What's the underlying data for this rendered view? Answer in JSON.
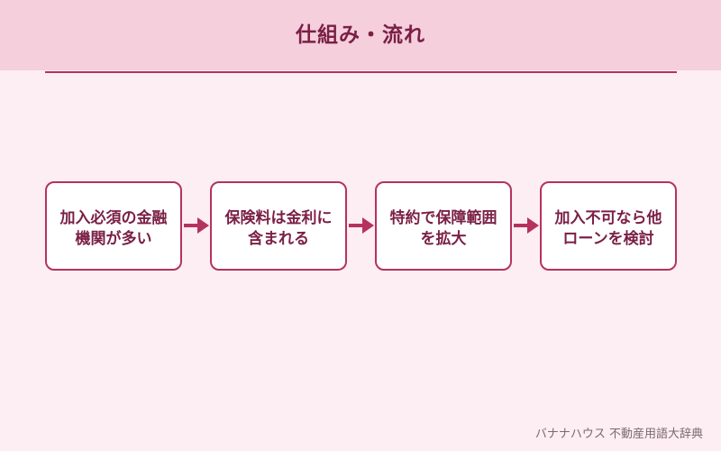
{
  "title": "仕組み・流れ",
  "steps": [
    "加入必須の金融機関が多い",
    "保険料は金利に含まれる",
    "特約で保障範囲を拡大",
    "加入不可なら他ローンを検討"
  ],
  "footer": "バナナハウス 不動産用語大辞典",
  "colors": {
    "background": "#fdeef3",
    "header_band": "#f5cfdc",
    "accent": "#b5325f",
    "text": "#7a1f45",
    "box_fill": "#ffffff"
  },
  "icons": {
    "connector": "arrow-right-icon"
  }
}
